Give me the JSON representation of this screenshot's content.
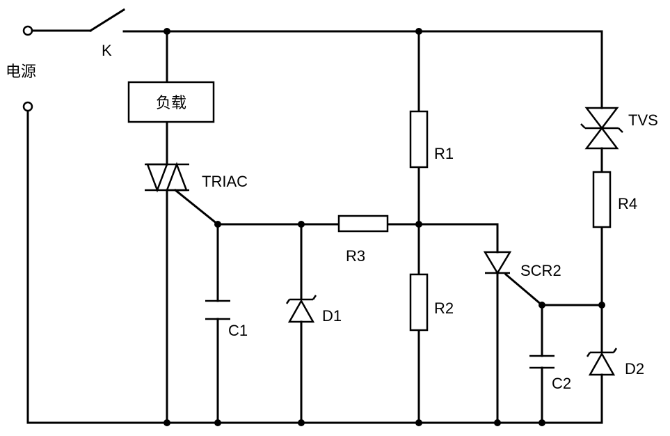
{
  "labels": {
    "power": "电源",
    "switch": "K",
    "load": "负载",
    "triac": "TRIAC",
    "r1": "R1",
    "r2": "R2",
    "r3": "R3",
    "r4": "R4",
    "tvs": "TVS",
    "scr2": "SCR2",
    "c1": "C1",
    "c2": "C2",
    "d1": "D1",
    "d2": "D2"
  }
}
